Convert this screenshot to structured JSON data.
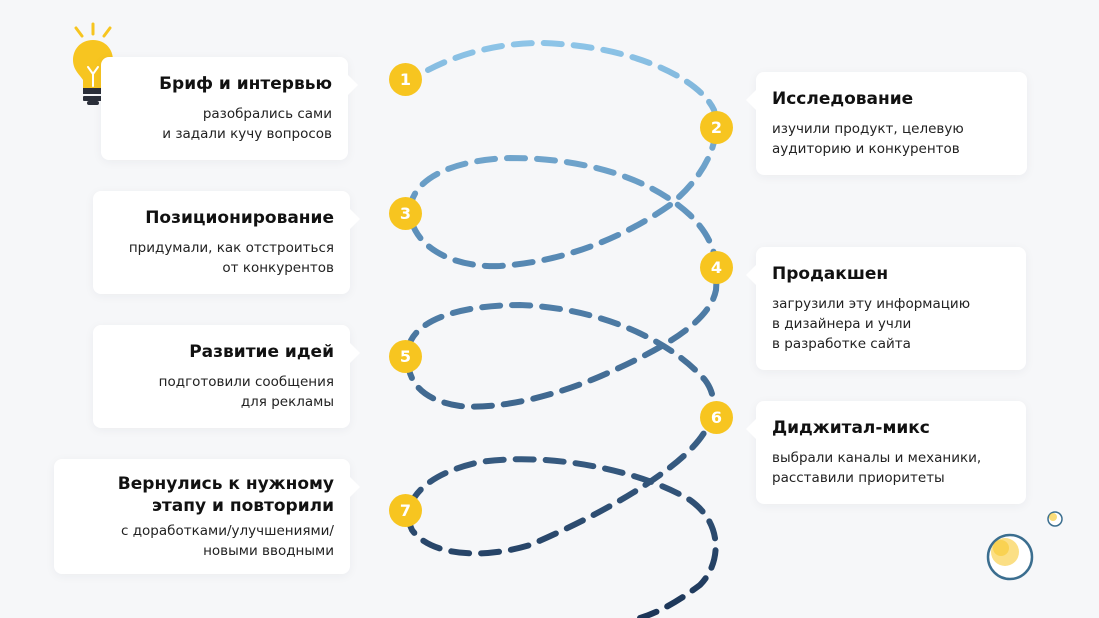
{
  "steps": [
    {
      "number": "1",
      "title": "Бриф и интервью",
      "desc": [
        "разобрались сами",
        "и задали кучу вопросов"
      ]
    },
    {
      "number": "2",
      "title": "Исследование",
      "desc": [
        "изучили продукт, целевую",
        "аудиторию и конкурентов"
      ]
    },
    {
      "number": "3",
      "title": "Позиционирование",
      "desc": [
        "придумали, как отстроиться",
        "от конкурентов"
      ]
    },
    {
      "number": "4",
      "title": "Продакшен",
      "desc": [
        "загрузили эту информацию",
        "в дизайнера и учли",
        "в разработке сайта"
      ]
    },
    {
      "number": "5",
      "title": "Развитие идей",
      "desc": [
        "подготовили сообщения",
        "для рекламы"
      ]
    },
    {
      "number": "6",
      "title": "Диджитал-микс",
      "desc": [
        "выбрали каналы и механики,",
        "расставили приоритеты"
      ]
    },
    {
      "number": "7",
      "title": "Вернулись к нужному этапу и повторили",
      "title_lines": [
        "Вернулись к нужному",
        "этапу и повторили"
      ],
      "desc": [
        "с доработками/улучшениями/",
        "новыми вводными"
      ]
    }
  ],
  "colors": {
    "accent": "#f7c520",
    "spiral_top": "#8ec5e8",
    "spiral_mid": "#5a8db8",
    "spiral_bottom": "#1c3557",
    "card": "#ffffff",
    "background": "#f6f7f9"
  },
  "icons": [
    "lightbulb-icon",
    "moon-circle-icon",
    "small-circle-icon"
  ]
}
